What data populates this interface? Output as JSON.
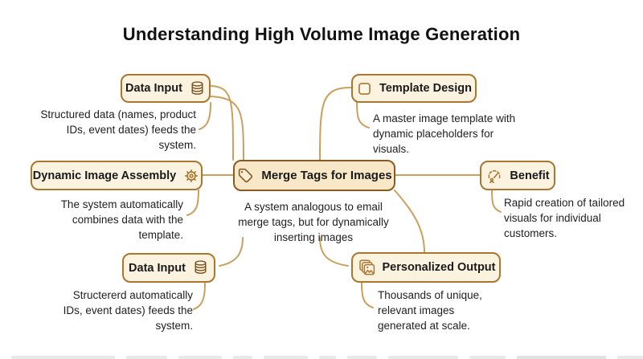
{
  "title": "Understanding High Volume Image Generation",
  "nodes": [
    {
      "id": "data-input-top",
      "label": "Data Input",
      "icon": "database-icon",
      "description": "Structured data (names, product\nIDs, event dates) feeds the\nsystem."
    },
    {
      "id": "template-design",
      "label": "Template Design",
      "icon": "template-icon",
      "description": "A master image template with\ndynamic placeholders for\nvisuals."
    },
    {
      "id": "dynamic-image-assembly",
      "label": "Dynamic Image Assembly",
      "icon": "gear-icon",
      "description": "The system automatically\ncombines data with the\ntemplate."
    },
    {
      "id": "merge-tags-for-images",
      "label": "Merge Tags for Images",
      "icon": "tag-icon",
      "description": "A system analogous to email\nmerge tags, but for dynamically\ninserting images"
    },
    {
      "id": "benefit",
      "label": "Benefit",
      "icon": "gauge-icon",
      "description": "Rapid creation of tailored\nvisuals for individual\ncustomers."
    },
    {
      "id": "data-input-bottom",
      "label": "Data Input",
      "icon": "database-icon",
      "description": "Structererd automatically\nIDs, event dates) feeds the\nsystem."
    },
    {
      "id": "personalized-output",
      "label": "Personalized Output",
      "icon": "images-stack-icon",
      "description": "Thousands of unique,\nrelevant images\ngenerated at scale."
    }
  ],
  "colors": {
    "background": "#ffffff",
    "node_fill": "#fbf2df",
    "node_border": "#a9772f",
    "central_fill": "#f9e8c8",
    "central_border": "#8c5b23",
    "connector": "#c9a05e",
    "title_text": "#111111",
    "body_text": "#1f1f1f"
  }
}
